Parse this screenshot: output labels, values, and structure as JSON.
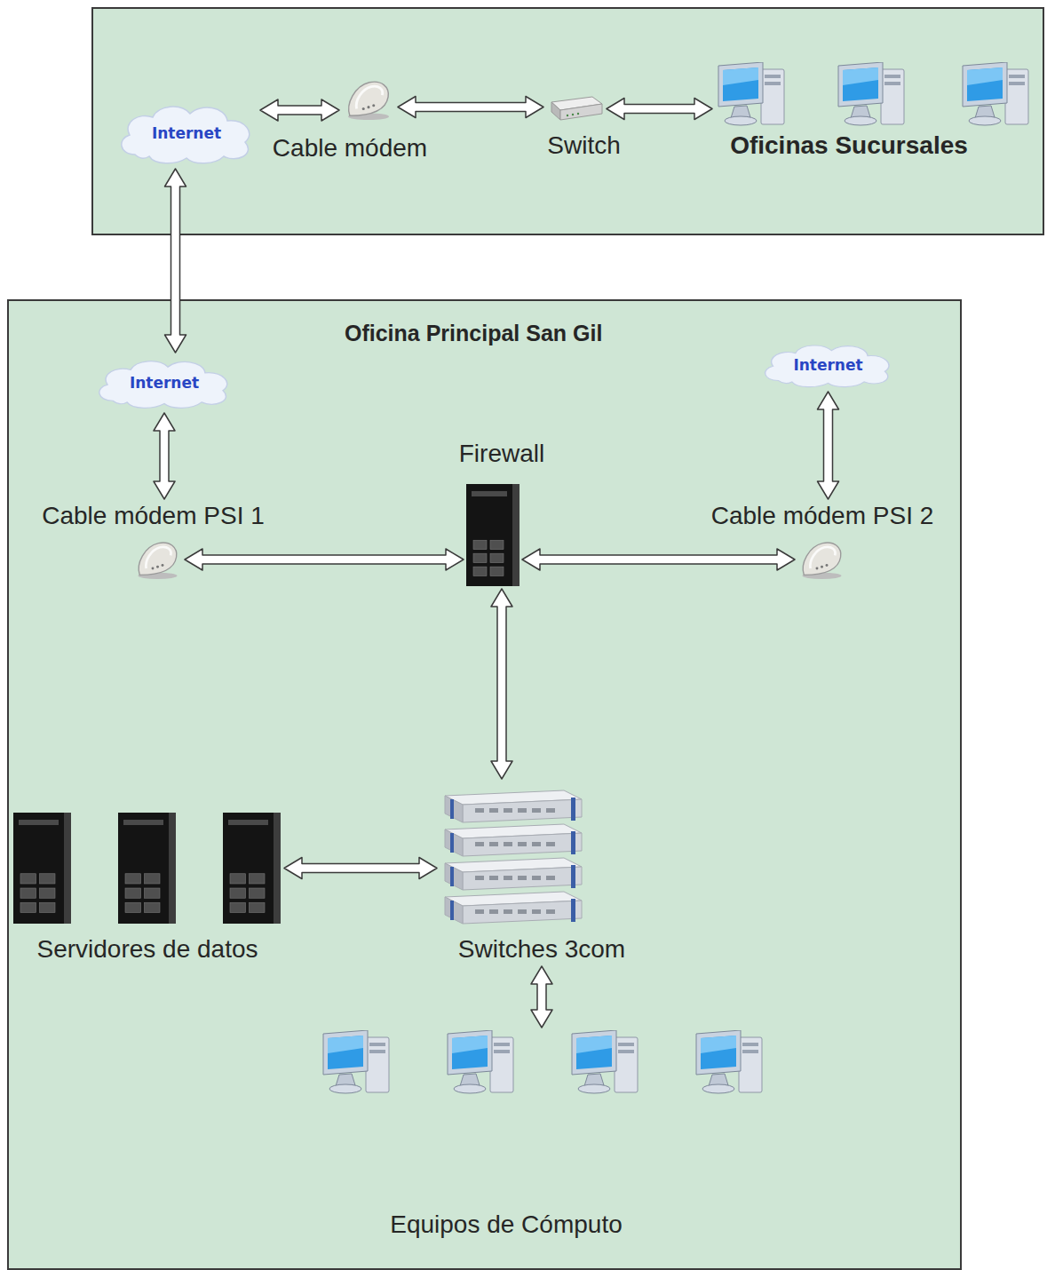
{
  "diagram": {
    "nodes": [
      {
        "text": []
      },
      {
        "text": [
          "Internet"
        ],
        "in": 0
      },
      {
        "text": [
          "Cable módem"
        ],
        "in": 0
      },
      {
        "text": [
          "Switch"
        ],
        "in": 0
      },
      {
        "text": [
          "Oficinas Sucursales"
        ],
        "in": 0
      },
      {
        "text": [
          "Oficina Principal San Gil"
        ]
      },
      {
        "text": [
          "Internet"
        ],
        "in": 5
      },
      {
        "text": [
          "Internet"
        ],
        "in": 5
      },
      {
        "text": [
          "Firewall"
        ],
        "in": 5
      },
      {
        "text": [
          "Cable módem PSI 1"
        ],
        "in": 5
      },
      {
        "text": [
          "Cable módem PSI 2"
        ],
        "in": 5
      },
      {
        "text": [
          "Servidores de datos"
        ],
        "in": 5
      },
      {
        "text": [
          "Switches 3com"
        ],
        "in": 5
      },
      {
        "text": [
          "Equipos de Cómputo"
        ],
        "in": 5
      }
    ],
    "edges": [
      {
        "from": 1,
        "to": 2,
        "arrow": "both"
      },
      {
        "from": 2,
        "to": 3,
        "arrow": "both"
      },
      {
        "from": 3,
        "to": 4,
        "arrow": "both"
      },
      {
        "from": 1,
        "to": 6,
        "arrow": "both"
      },
      {
        "from": 6,
        "to": 9,
        "arrow": "both"
      },
      {
        "from": 9,
        "to": 8,
        "arrow": "both"
      },
      {
        "from": 8,
        "to": 10,
        "arrow": "both"
      },
      {
        "from": 10,
        "to": 7,
        "arrow": "both"
      },
      {
        "from": 8,
        "to": 12,
        "arrow": "both"
      },
      {
        "from": 11,
        "to": 12,
        "arrow": "both"
      },
      {
        "from": 12,
        "to": 13,
        "arrow": "both"
      }
    ]
  }
}
